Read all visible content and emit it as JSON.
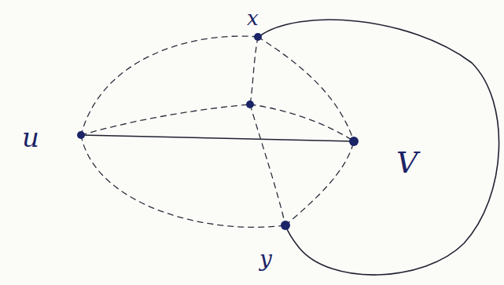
{
  "diagram": {
    "labels": [
      "x",
      "u",
      "V",
      "y"
    ]
  }
}
